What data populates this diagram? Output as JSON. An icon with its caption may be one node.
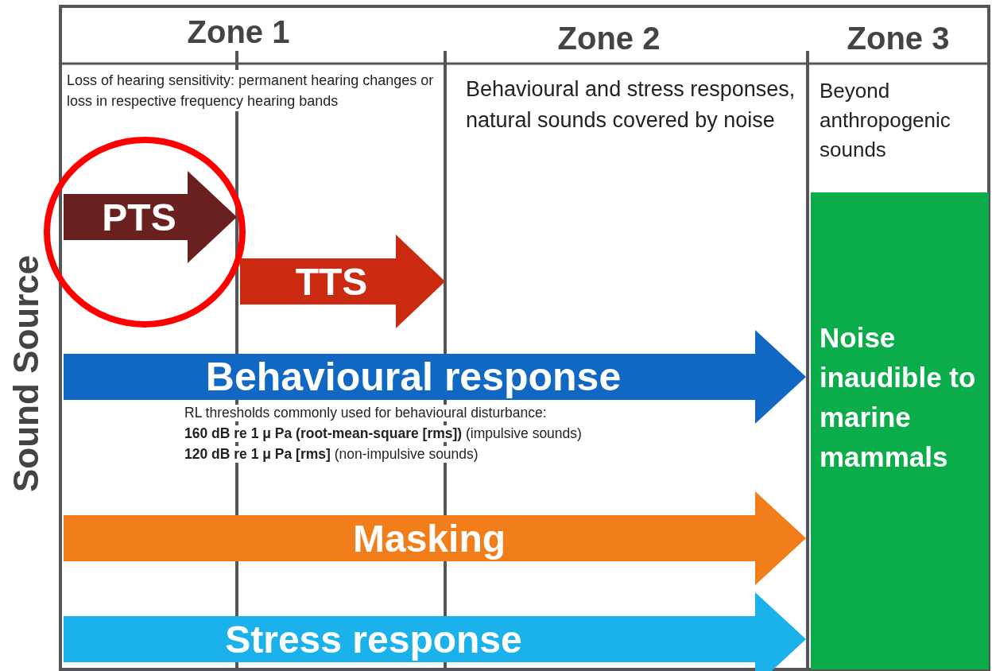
{
  "diagram": {
    "nodes": [
      {
        "text": [],
        "shape": "circle"
      },
      {
        "text": [
          "PTS"
        ],
        "in": 0
      },
      {
        "text": [
          "TTS"
        ]
      },
      {
        "text": [
          "Behavioural response"
        ],
        "beside": [
          "RL thresholds commonly used for behavioural disturbance:",
          "**160 dB re 1 μ Pa (root-mean-square [rms])** (impulsive sounds)",
          "**120 dB re 1 μ Pa [rms]** (non-impulsive sounds)"
        ]
      },
      {
        "text": [
          "Masking"
        ]
      },
      {
        "text": [
          "Stress response"
        ]
      },
      {
        "text": [
          "Noise inaudible to marine mammals"
        ]
      }
    ],
    "labels": [
      "Zone 1",
      "Zone 2",
      "Zone 3",
      "Loss of hearing sensitivity: permanent hearing changes or loss in respective frequency hearing bands",
      "Behavioural and stress responses, natural sounds covered by noise",
      "Beyond anthropogenic sounds",
      "Sound Source"
    ]
  }
}
